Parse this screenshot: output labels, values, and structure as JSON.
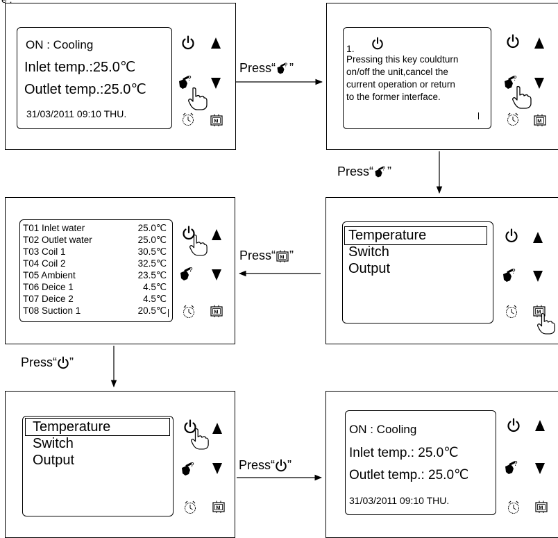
{
  "top_fragment": "e :",
  "panel1": {
    "mode": "ON : Cooling",
    "inlet": "Inlet temp.:25.0℃",
    "outlet": "Outlet temp.:25.0℃",
    "datetime": "31/03/2011 09:10 THU."
  },
  "panel2": {
    "step": "1.",
    "help_lines": [
      "Pressing this key couldturn",
      "on/off the unit,cancel the",
      "current operation or return",
      "to the former interface."
    ]
  },
  "panel3": {
    "menu": [
      "Temperature",
      "Switch",
      "Output"
    ]
  },
  "panel4": {
    "rows": [
      {
        "name": "T01 Inlet water",
        "value": "25.0℃"
      },
      {
        "name": "T02 Outlet water",
        "value": "25.0℃"
      },
      {
        "name": "T03 Coil 1",
        "value": "30.5℃"
      },
      {
        "name": "T04 Coil 2",
        "value": "32.5℃"
      },
      {
        "name": "T05 Ambient",
        "value": "23.5℃"
      },
      {
        "name": "T06 Deice 1",
        "value": "4.5℃"
      },
      {
        "name": "T07 Deice 2",
        "value": "4.5℃"
      },
      {
        "name": "T08 Suction 1",
        "value": "20.5℃"
      }
    ]
  },
  "panel5": {
    "menu": [
      "Temperature",
      "Switch",
      "Output"
    ]
  },
  "panel6": {
    "mode": "ON : Cooling",
    "inlet": "Inlet temp.:  25.0℃",
    "outlet": "Outlet temp.: 25.0℃",
    "datetime": "31/03/2011 09:10 THU."
  },
  "steps": {
    "press_prefix": "Press“",
    "press_suffix": "”"
  },
  "icons": {
    "power": "power-icon",
    "up": "up-arrow-icon",
    "down": "down-arrow-icon",
    "help": "help-hand-icon",
    "clock": "clock-icon",
    "menu": "menu-m-icon",
    "pointer": "pointing-hand-icon"
  }
}
